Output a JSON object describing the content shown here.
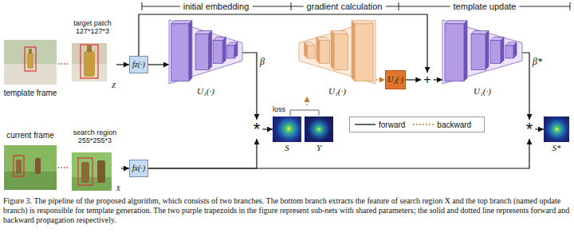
{
  "diagram": {
    "caption": "Figure 3. The pipeline of the proposed algorithm, which consists of two branches. The bottom branch extracts the feature of search region X and the top branch (named update branch) is responsible for template generation. The two purple trapezoids in the figure represent sub-nets with shared parameters; the solid and dotted line represents forward and backward propagation respectively.",
    "nodes": [
      {
        "text": [
          "template frame"
        ]
      },
      {
        "text": [
          "target patch 127*127*3",
          "Z"
        ]
      },
      {
        "text": [
          "fz(·)"
        ]
      },
      {
        "text": [
          "U₁(·)"
        ]
      },
      {
        "text": [
          "U₁(·)"
        ]
      },
      {
        "text": [
          "U₂(·)"
        ]
      },
      {
        "text": [
          "+"
        ]
      },
      {
        "text": [
          "U₁(·)"
        ]
      },
      {
        "text": [
          "current frame"
        ]
      },
      {
        "text": [
          "search region 255*255*3",
          "X"
        ]
      },
      {
        "text": [
          "fx(·)"
        ]
      },
      {
        "text": [
          "*"
        ]
      },
      {
        "text": [
          "loss"
        ]
      },
      {
        "text": [
          "S"
        ],
        "in": 12
      },
      {
        "text": [
          "Y"
        ],
        "in": 12
      },
      {
        "text": [
          "*"
        ]
      },
      {
        "text": [
          "S*"
        ]
      }
    ],
    "edges": [
      {
        "from": 0,
        "to": 1,
        "arrow": "none"
      },
      {
        "from": 1,
        "to": 2,
        "arrow": "to"
      },
      {
        "from": 2,
        "to": 3,
        "arrow": "to"
      },
      {
        "from": 2,
        "to": 6,
        "arrow": "to"
      },
      {
        "from": 3,
        "to": 11,
        "arrow": "to"
      },
      {
        "from": 4,
        "to": 5,
        "arrow": "to"
      },
      {
        "from": 5,
        "to": 6,
        "arrow": "to"
      },
      {
        "from": 6,
        "to": 7,
        "arrow": "to"
      },
      {
        "from": 7,
        "to": 15,
        "arrow": "to"
      },
      {
        "from": 8,
        "to": 9,
        "arrow": "none"
      },
      {
        "from": 9,
        "to": 10,
        "arrow": "to"
      },
      {
        "from": 10,
        "to": 11,
        "arrow": "to"
      },
      {
        "from": 10,
        "to": 15,
        "arrow": "to"
      },
      {
        "from": 11,
        "to": 13,
        "arrow": "to"
      },
      {
        "from": 12,
        "to": 4,
        "arrow": "to"
      },
      {
        "from": 15,
        "to": 16,
        "arrow": "to"
      }
    ],
    "labels": [
      "initial embedding",
      "gradient calculation",
      "template update",
      "β",
      "β*"
    ],
    "legend": [
      {
        "text": "forward"
      },
      {
        "text": "backward"
      }
    ]
  }
}
